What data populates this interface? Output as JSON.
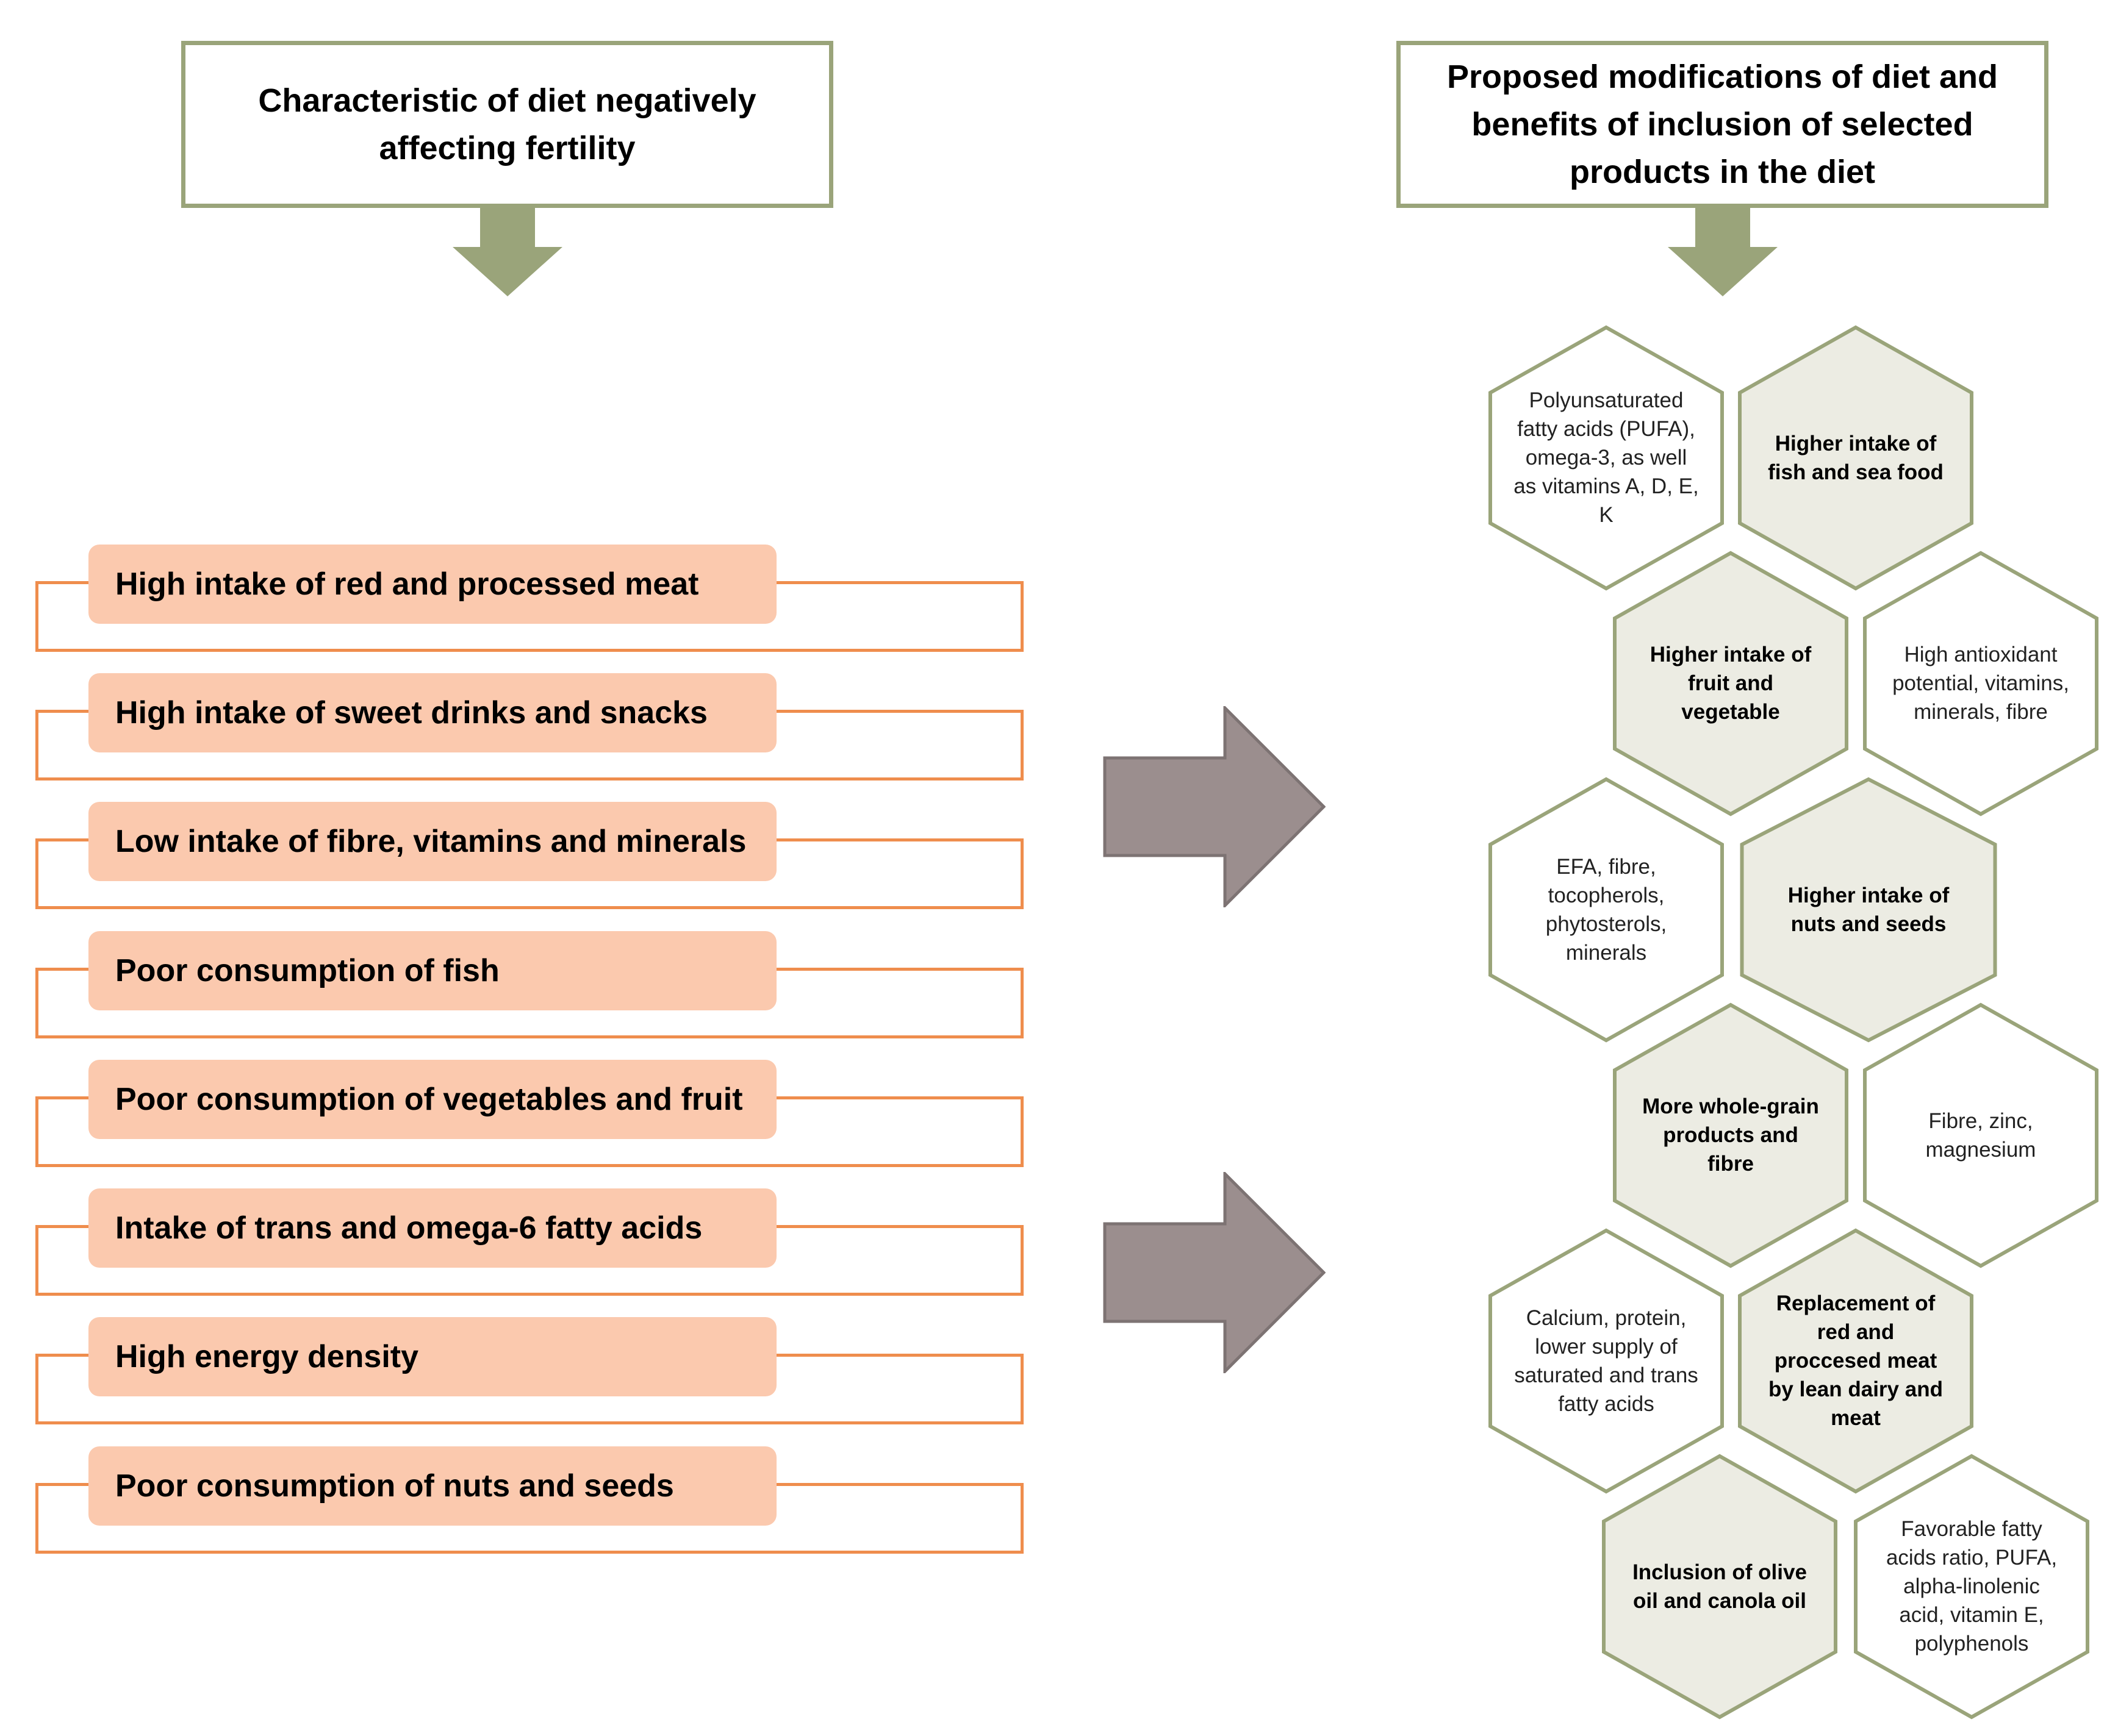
{
  "headers": {
    "left": "Characteristic of diet negatively affecting fertility",
    "right": "Proposed modifications of diet and benefits of inclusion of selected products in the diet"
  },
  "colors": {
    "header_border": "#9aa47a",
    "down_arrow": "#9aa47a",
    "row_frame": "#ef8d4d",
    "row_fill": "#fbc9ae",
    "big_arrow": "#9b8e8e",
    "hex_border": "#9aa47a",
    "hex_fill_shaded": "#ecece3",
    "hex_fill_plain": "#ffffff"
  },
  "factors": [
    "High intake of red and processed meat",
    "High intake of sweet drinks and snacks",
    "Low intake of fibre, vitamins and minerals",
    "Poor consumption of fish",
    "Poor consumption of vegetables and fruit",
    "Intake of trans and omega-6 fatty acids",
    "High energy density",
    "Poor consumption of nuts and seeds"
  ],
  "hexagons": [
    {
      "text": "Polyunsaturated fatty acids (PUFA), omega-3, as well as vitamins A, D, E, K",
      "shaded": false
    },
    {
      "text": "Higher intake of fish and sea food",
      "shaded": true
    },
    {
      "text": "Higher intake of fruit and vegetable",
      "shaded": true
    },
    {
      "text": "High antioxidant potential, vitamins, minerals, fibre",
      "shaded": false
    },
    {
      "text": "EFA, fibre, tocopherols, phytosterols, minerals",
      "shaded": false
    },
    {
      "text": "Higher intake of nuts and seeds",
      "shaded": true
    },
    {
      "text": "More whole-grain products and fibre",
      "shaded": true
    },
    {
      "text": "Fibre, zinc, magnesium",
      "shaded": false
    },
    {
      "text": "Calcium, protein, lower supply of saturated and trans fatty acids",
      "shaded": false
    },
    {
      "text": "Replacement of red and proccesed meat by lean dairy and meat",
      "shaded": true
    },
    {
      "text": "Inclusion of olive oil and canola oil",
      "shaded": true
    },
    {
      "text": "Favorable fatty acids ratio, PUFA, alpha-linolenic acid, vitamin E, polyphenols",
      "shaded": false
    }
  ]
}
